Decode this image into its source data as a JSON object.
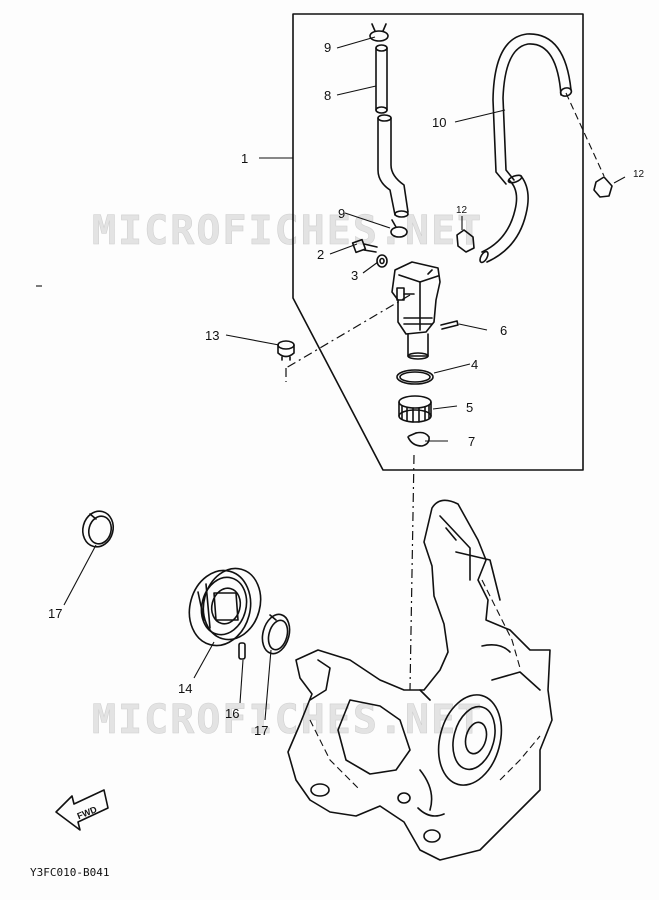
{
  "watermark": {
    "text": "MICROFICHES.NET"
  },
  "labels": {
    "l1": "1",
    "l2": "2",
    "l3": "3",
    "l4": "4",
    "l5": "5",
    "l6": "6",
    "l7": "7",
    "l8": "8",
    "l9a": "9",
    "l9b": "9",
    "l10": "10",
    "l12a": "12",
    "l12b": "12",
    "l13": "13",
    "l14": "14",
    "l16": "16",
    "l17a": "17",
    "l17b": "17"
  },
  "fwd_label": "FWD",
  "figure_code": "Y3FC010-B041"
}
